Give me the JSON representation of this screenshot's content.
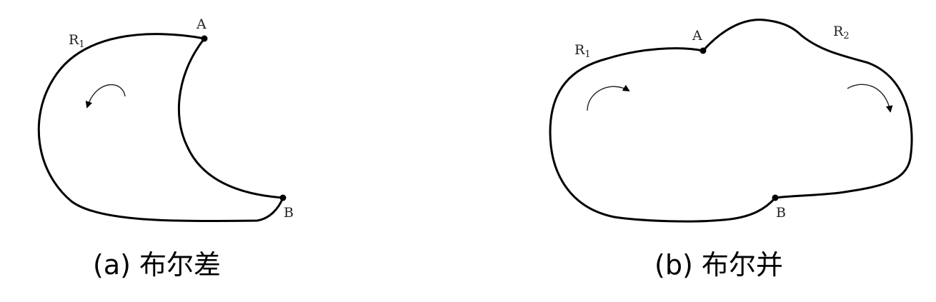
{
  "panel_a": {
    "region_label": {
      "main": "R",
      "sub": "1"
    },
    "point_a": "A",
    "point_b": "B",
    "caption": "(a) 布尔差"
  },
  "panel_b": {
    "region1_label": {
      "main": "R",
      "sub": "1"
    },
    "region2_label": {
      "main": "R",
      "sub": "2"
    },
    "point_a": "A",
    "point_b": "B",
    "caption": "(b) 布尔并"
  }
}
